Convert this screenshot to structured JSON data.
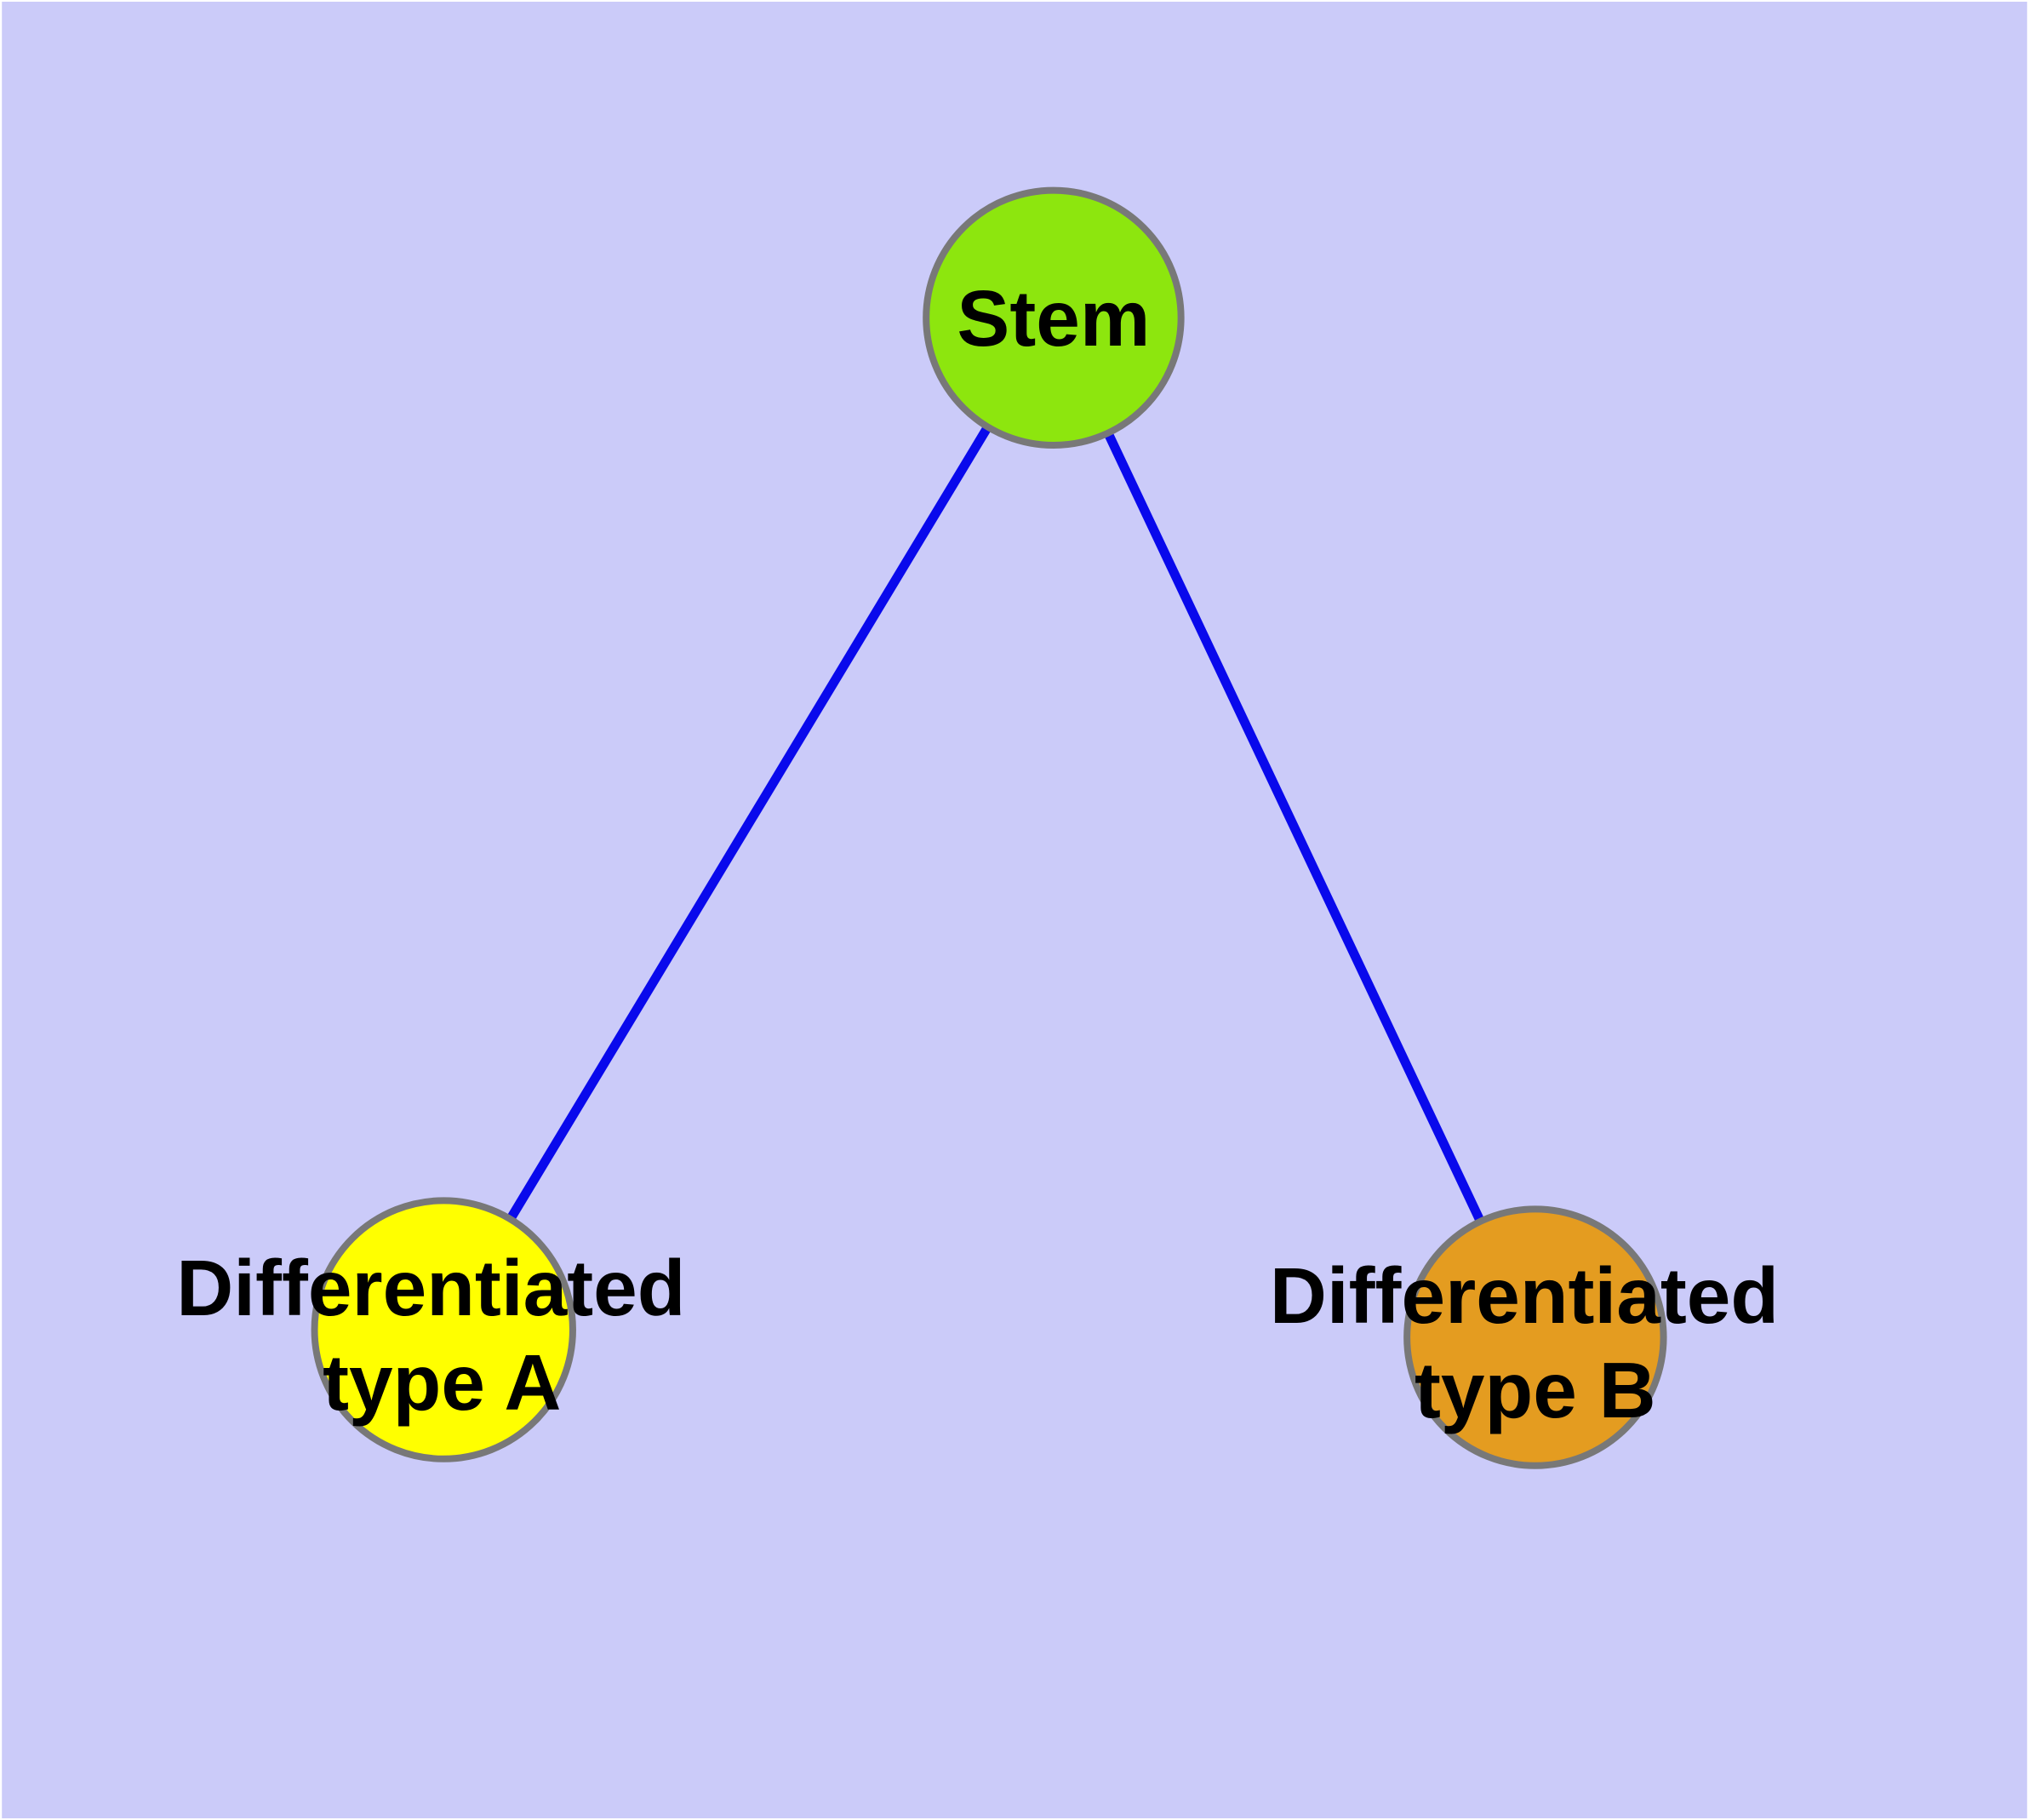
{
  "diagram": {
    "background_color": "#cbcbf9",
    "frame_color": "#ffffff",
    "edge_color": "#0909ec",
    "node_border_color": "#787878",
    "label_color": "#000000",
    "nodes": [
      {
        "id": "stem",
        "label": "Stem",
        "fill": "#8de60e"
      },
      {
        "id": "differentiated-type-a",
        "label": "Differentiated type A",
        "label_line1": "Differentiated",
        "label_line2": "type A",
        "fill": "#ffff00"
      },
      {
        "id": "differentiated-type-b",
        "label": "Differentiated type B",
        "label_line1": "Differentiated",
        "label_line2": "type B",
        "fill": "#e49c20"
      }
    ],
    "edges": [
      {
        "from": "Stem",
        "to": "Differentiated type A"
      },
      {
        "from": "Stem",
        "to": "Differentiated type B"
      }
    ]
  }
}
